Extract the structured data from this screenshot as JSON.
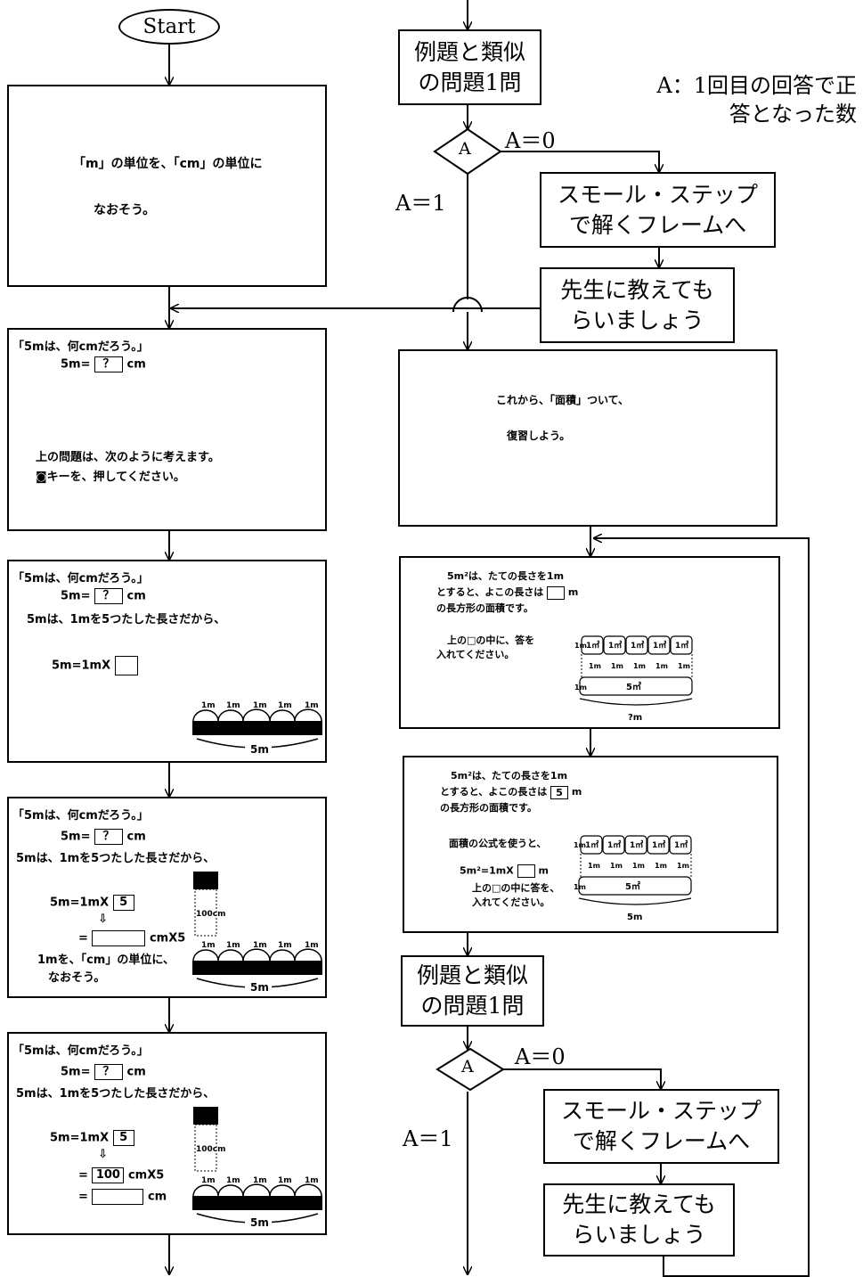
{
  "start": "Start",
  "left": {
    "screen1": {
      "line1": "「m」の単位を、「cm」の単位に",
      "line2": "なおそう。"
    },
    "screen2": {
      "q": "「5mは、何cmだろう。」",
      "eq": "5m=",
      "ans": "？",
      "unit": "cm",
      "note1": "上の問題は、次のように考えます。",
      "note2": "◙キーを、押してください。"
    },
    "screen3": {
      "q": "「5mは、何cmだろう。」",
      "eq": "5m=",
      "ans": "？",
      "unit": "cm",
      "line": "5mは、1mを5つたした長さだから、",
      "eq2": "5m=1mX",
      "ruler": "5m",
      "seg": "1m"
    },
    "screen4": {
      "q": "「5mは、何cmだろう。」",
      "eq": "5m=",
      "ans": "？",
      "unit": "cm",
      "line": "5mは、1mを5つたした長さだから、",
      "eq2": "5m=1mX",
      "eq2val": "5",
      "arrow": "⇩",
      "eq3": "cmX5",
      "note1": "1mを、「cm」の単位に、",
      "note2": "なおそう。",
      "tube": "100cm",
      "ruler": "5m",
      "seg": "1m"
    },
    "screen5": {
      "q": "「5mは、何cmだろう。」",
      "eq": "5m=",
      "ans": "？",
      "unit": "cm",
      "line": "5mは、1mを5つたした長さだから、",
      "eq2": "5m=1mX",
      "eq2val": "5",
      "arrow": "⇩",
      "eq3val": "100",
      "eq3": "cmX5",
      "eq4": "cm",
      "tube": "100cm",
      "ruler": "5m",
      "seg": "1m"
    }
  },
  "right": {
    "ex1": "例題と類似の問題1問",
    "dec1": "A",
    "a0": "A＝0",
    "a1": "A＝1",
    "small1": "スモール・ステップで解くフレームへ",
    "teacher1": "先生に教えてもらいましょう",
    "note": "A：1回目の回答で正答となった数",
    "screen6": {
      "line1": "これから、「面積」ついて、",
      "line2": "復習しよう。"
    },
    "screen7": {
      "l1": "5m²は、たての長さを1m",
      "l2": "とすると、よこの長さは",
      "l2b": "m",
      "l3": "の長方形の面積です。",
      "l4": "上の□の中に、答を",
      "l5": "入れてください。",
      "cell": "1㎡",
      "side": "1m",
      "area": "5㎡",
      "bottom": "?m"
    },
    "screen8": {
      "l1": "5m²は、たての長さを1m",
      "l2": "とすると、よこの長さは",
      "l2val": "5",
      "l2b": "m",
      "l3": "の長方形の面積です。",
      "l4": "面積の公式を使うと、",
      "l5": "5m²=1mX",
      "l5b": "m",
      "l6": "上の□の中に答を、",
      "l7": "入れてください。",
      "cell": "1㎡",
      "side": "1m",
      "area": "5㎡",
      "bottom": "5m"
    },
    "ex2": "例題と類似の問題1問",
    "dec2": "A",
    "a0b": "A＝0",
    "a1b": "A＝1",
    "small2": "スモール・ステップで解くフレームへ",
    "teacher2": "先生に教えてもらいましょう"
  }
}
